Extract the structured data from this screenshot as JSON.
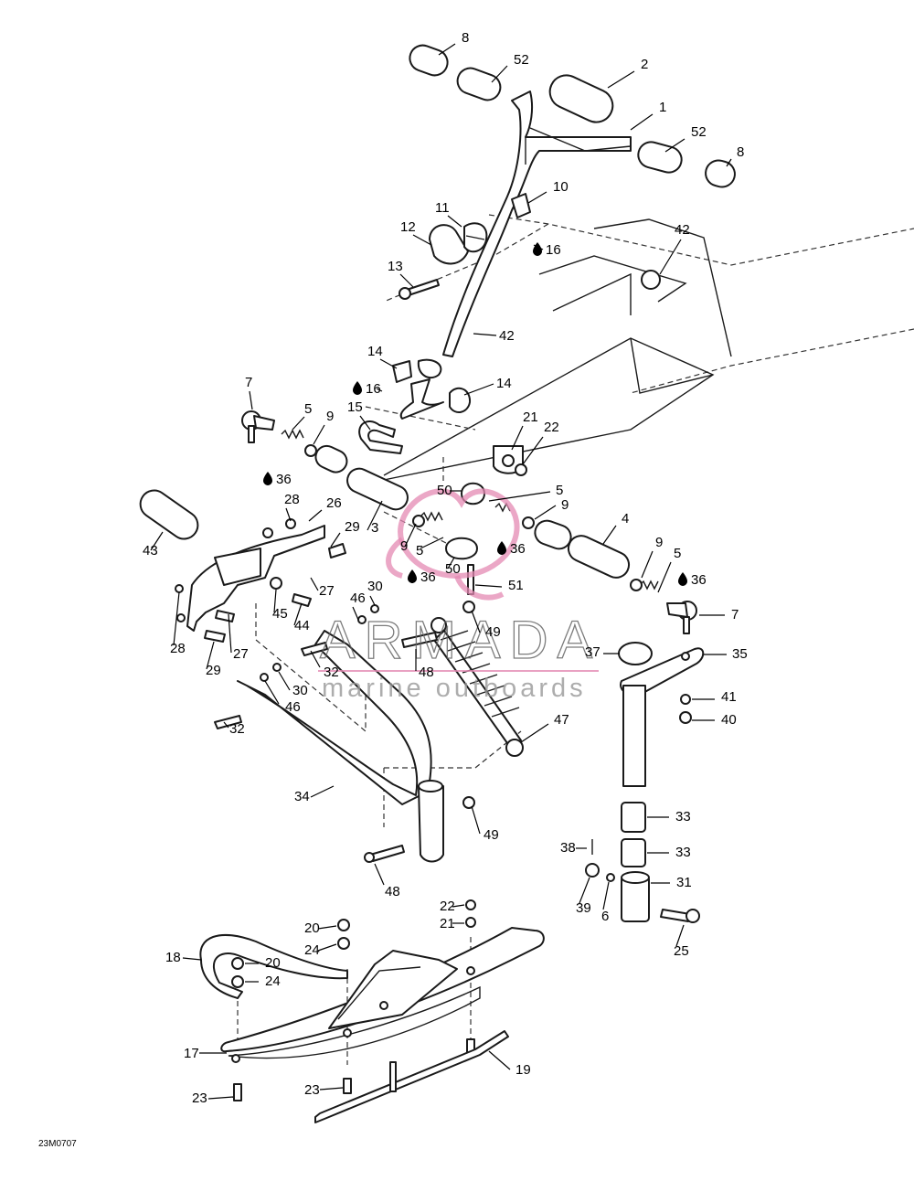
{
  "diagram": {
    "reference_code": "23M0707",
    "callouts": [
      "1",
      "2",
      "3",
      "4",
      "5",
      "6",
      "7",
      "8",
      "9",
      "10",
      "11",
      "12",
      "13",
      "14",
      "15",
      "16",
      "17",
      "18",
      "19",
      "20",
      "21",
      "22",
      "23",
      "24",
      "25",
      "26",
      "27",
      "28",
      "29",
      "30",
      "31",
      "32",
      "33",
      "34",
      "35",
      "36",
      "37",
      "38",
      "39",
      "40",
      "41",
      "42",
      "43",
      "44",
      "45",
      "46",
      "47",
      "48",
      "49",
      "50",
      "51",
      "52"
    ]
  },
  "watermark": {
    "title": "ARMADA",
    "subtitle": "marine outboards",
    "accent_color": "#e48ab3"
  },
  "colors": {
    "line": "#1a1a1a",
    "background": "#ffffff"
  }
}
